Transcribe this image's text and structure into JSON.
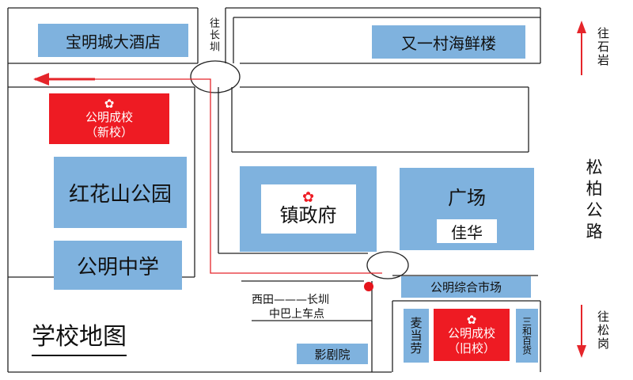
{
  "colors": {
    "block": "#7fb2de",
    "school": "#ee1b23",
    "route": "#e5252a",
    "roads": "#222222"
  },
  "buildings": {
    "hotel": "宝明城大酒店",
    "seafood": "又一村海鲜楼",
    "new_school_name": "公明成校",
    "new_school_note": "（新校）",
    "park": "红花山公园",
    "middle_school": "公明中学",
    "gov": "镇政府",
    "square": "广场",
    "jiahua": "佳华",
    "market": "公明综合市场",
    "old_school_name": "公明成校",
    "old_school_note": "（旧校）",
    "mcd": "麦当劳",
    "sanhe": "三和百货",
    "cinema": "影剧院"
  },
  "labels": {
    "to_changzhen": "往长圳",
    "to_shiyan": "往石岩",
    "songbai_road": "松柏公路",
    "to_songgang": "往松岗",
    "bus_line1": "西田———长圳",
    "bus_line2": "中巴上车点",
    "map_title": "学校地图"
  },
  "icons": {
    "flower": "flower-icon",
    "bus_stop": "bus-stop-marker",
    "arrow_up": "arrow-up-icon",
    "arrow_down": "arrow-down-icon",
    "arrow_left": "arrow-left-icon"
  }
}
